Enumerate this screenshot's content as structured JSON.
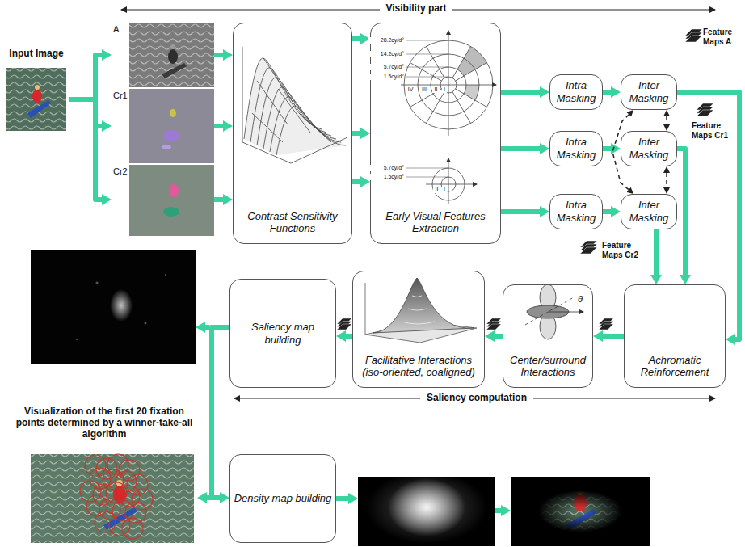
{
  "diagram": {
    "nodes": [
      {
        "text": [
          "Input Image"
        ]
      },
      {
        "text": [
          "A"
        ]
      },
      {
        "text": [
          "Cr1"
        ]
      },
      {
        "text": [
          "Cr2"
        ]
      },
      {
        "text": [
          "Contrast Sensitivity Functions"
        ]
      },
      {
        "text": [
          "Early Visual Features Extraction"
        ]
      },
      {
        "text": [
          "Intra Masking"
        ]
      },
      {
        "text": [
          "Inter Masking"
        ]
      },
      {
        "text": [
          "Intra Masking"
        ]
      },
      {
        "text": [
          "Inter Masking"
        ]
      },
      {
        "text": [
          "Intra Masking"
        ]
      },
      {
        "text": [
          "Inter Masking"
        ]
      },
      {
        "text": [
          "Achromatic Reinforcement"
        ]
      },
      {
        "text": [
          "Center/surround Interactions"
        ]
      },
      {
        "text": [
          "Facilitative Interactions (iso-oriented, coaligned)"
        ]
      },
      {
        "text": [
          "Saliency map building"
        ]
      },
      {
        "text": [
          "Density map building"
        ]
      },
      {
        "text": [
          "Visualization of the first 20 fixation points determined by a winner-take-all algorithm"
        ]
      }
    ],
    "edges": [
      {
        "from": 0,
        "to": 1,
        "arrow": "to"
      },
      {
        "from": 0,
        "to": 2,
        "arrow": "to"
      },
      {
        "from": 0,
        "to": 3,
        "arrow": "to"
      },
      {
        "from": 1,
        "to": 4,
        "arrow": "to"
      },
      {
        "from": 2,
        "to": 4,
        "arrow": "to"
      },
      {
        "from": 3,
        "to": 4,
        "arrow": "to"
      },
      {
        "from": 4,
        "to": 5,
        "arrow": "to"
      },
      {
        "from": 4,
        "to": 5,
        "arrow": "to"
      },
      {
        "from": 4,
        "to": 5,
        "arrow": "to"
      },
      {
        "from": 5,
        "to": 6,
        "arrow": "to"
      },
      {
        "from": 5,
        "to": 8,
        "arrow": "to"
      },
      {
        "from": 5,
        "to": 10,
        "arrow": "to"
      },
      {
        "from": 6,
        "to": 7,
        "arrow": "to"
      },
      {
        "from": 8,
        "to": 9,
        "arrow": "to"
      },
      {
        "from": 10,
        "to": 11,
        "arrow": "to"
      },
      {
        "from": 7,
        "to": 9,
        "arrow": "both"
      },
      {
        "from": 9,
        "to": 11,
        "arrow": "both"
      },
      {
        "from": 7,
        "to": 11,
        "arrow": "both"
      },
      {
        "from": 7,
        "to": 12,
        "arrow": "to"
      },
      {
        "from": 9,
        "to": 12,
        "arrow": "to"
      },
      {
        "from": 11,
        "to": 12,
        "arrow": "to"
      },
      {
        "from": 12,
        "to": 13,
        "arrow": "to"
      },
      {
        "from": 13,
        "to": 14,
        "arrow": "to"
      },
      {
        "from": 14,
        "to": 15,
        "arrow": "to"
      },
      {
        "from": 15,
        "to": 17,
        "arrow": "to"
      },
      {
        "from": 15,
        "to": 16,
        "arrow": "to"
      }
    ],
    "labels": [
      "Visibility part",
      "Feature Maps A",
      "Feature Maps Cr1",
      "Feature Maps Cr2",
      "Saliency computation",
      "28.2cy/d°",
      "14.2cy/d°",
      "5.7cy/d°",
      "1.5cy/d°",
      "IV",
      "III",
      "II",
      "I",
      "5.7cy/d°",
      "1.5cy/d°",
      "II",
      "I",
      "θ"
    ]
  }
}
